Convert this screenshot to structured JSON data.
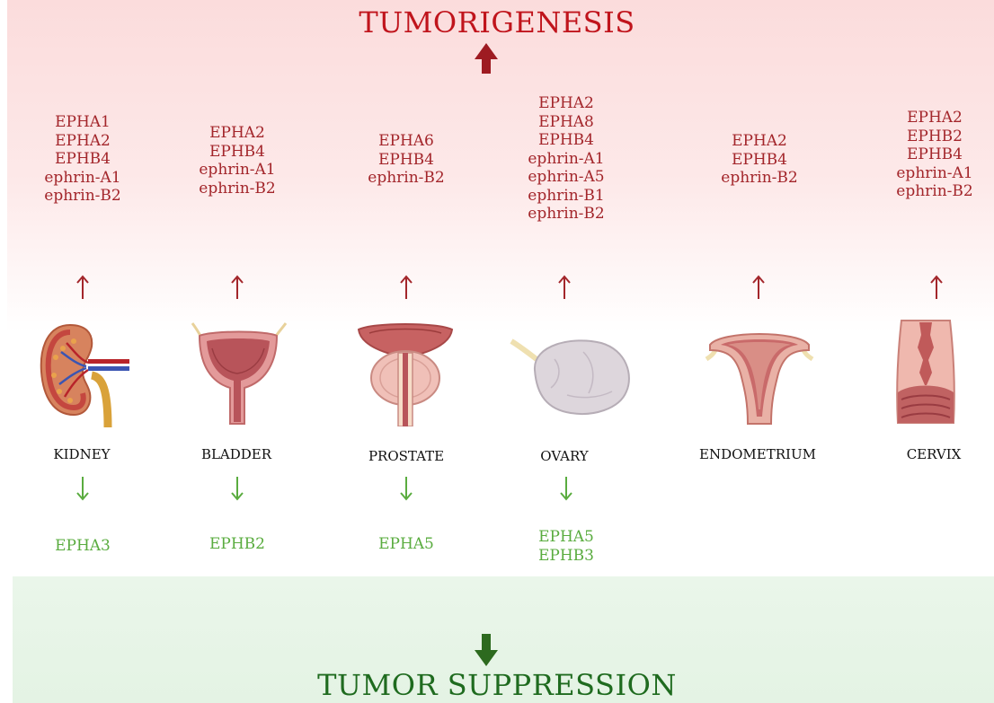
{
  "title_top": "TUMORIGENESIS",
  "title_bottom": "TUMOR SUPPRESSION",
  "colors": {
    "up": "#a3262b",
    "down": "#5aac3f",
    "title_top": "#c0141c",
    "title_bottom": "#1f6b1f"
  },
  "organs": [
    {
      "label": "KIDNEY",
      "up": [
        "EPHA1",
        "EPHA2",
        "EPHB4",
        "ephrin-A1",
        "ephrin-B2"
      ],
      "down": [
        "EPHA3"
      ]
    },
    {
      "label": "BLADDER",
      "up": [
        "EPHA2",
        "EPHB4",
        "ephrin-A1",
        "ephrin-B2"
      ],
      "down": [
        "EPHB2"
      ]
    },
    {
      "label": "PROSTATE",
      "up": [
        "EPHA6",
        "EPHB4",
        "ephrin-B2"
      ],
      "down": [
        "EPHA5"
      ]
    },
    {
      "label": "OVARY",
      "up": [
        "EPHA2",
        "EPHA8",
        "EPHB4",
        "ephrin-A1",
        "ephrin-A5",
        "ephrin-B1",
        "ephrin-B2"
      ],
      "down": [
        "EPHA5",
        "EPHB3"
      ]
    },
    {
      "label": "ENDOMETRIUM",
      "up": [
        "EPHA2",
        "EPHB4",
        "ephrin-B2"
      ],
      "down": []
    },
    {
      "label": "CERVIX",
      "up": [
        "EPHA2",
        "EPHB2",
        "EPHB4",
        "ephrin-A1",
        "ephrin-B2"
      ],
      "down": []
    }
  ]
}
